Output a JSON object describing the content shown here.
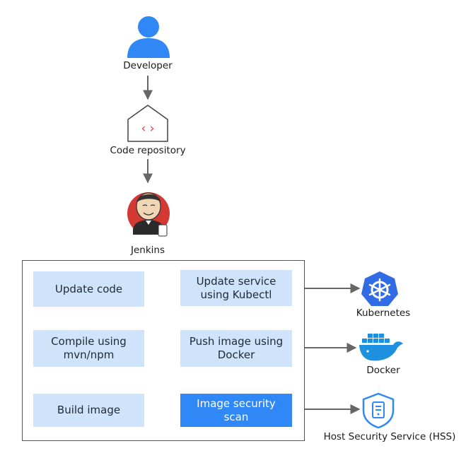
{
  "developer": {
    "label": "Developer",
    "icon": "person-icon",
    "color": "#2f88f5"
  },
  "code_repository": {
    "label": "Code repository",
    "icon": "repository-house-icon",
    "code_glyph": "‹ ›"
  },
  "jenkins": {
    "label": "Jenkins",
    "icon": "jenkins-butler-icon"
  },
  "pipeline": {
    "steps": {
      "update_code": "Update code",
      "compile": "Compile using\nmvn/npm",
      "build_image": "Build image",
      "image_scan": "Image security\nscan",
      "push_image": "Push image using\nDocker",
      "update_service": "Update service\nusing Kubectl"
    },
    "colors": {
      "step": "#cfe3fb",
      "highlight": "#2f88f5",
      "arrow": "#666666"
    }
  },
  "targets": {
    "kubernetes": {
      "label": "Kubernetes",
      "icon": "kubernetes-helm-icon",
      "color": "#326ce5"
    },
    "docker": {
      "label": "Docker",
      "icon": "docker-whale-icon",
      "color": "#1d91e0"
    },
    "hss": {
      "label": "Host Security Service (HSS)",
      "icon": "shield-server-icon",
      "color": "#2f88f5"
    }
  }
}
